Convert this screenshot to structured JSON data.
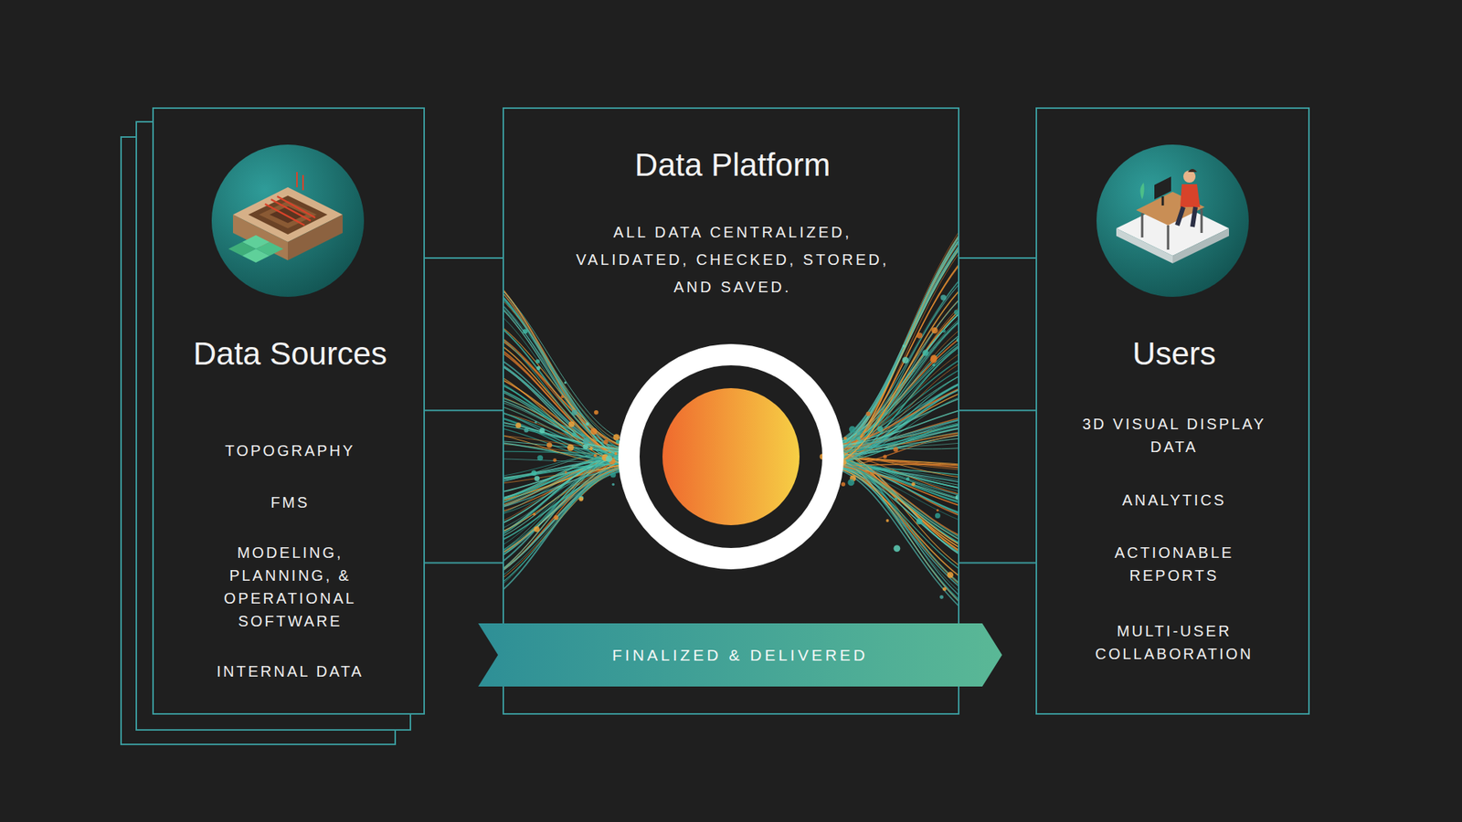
{
  "diagram": {
    "nodes": [
      {
        "text": [
          "Data Sources",
          "TOPOGRAPHY",
          "FMS",
          "MODELING, PLANNING, & OPERATIONAL SOFTWARE",
          "INTERNAL DATA"
        ]
      },
      {
        "text": [
          "Data Platform",
          "ALL DATA CENTRALIZED, VALIDATED, CHECKED, STORED, AND SAVED."
        ]
      },
      {
        "text": [
          "Users",
          "3D VISUAL DISPLAY DATA",
          "ANALYTICS",
          "ACTIONABLE REPORTS",
          "MULTI-USER COLLABORATION"
        ]
      },
      {
        "text": [
          "FINALIZED & DELIVERED"
        ],
        "in": 1
      }
    ],
    "edges": [
      {
        "from": 0,
        "to": 1,
        "arrow": "none"
      },
      {
        "from": 0,
        "to": 1,
        "arrow": "none"
      },
      {
        "from": 0,
        "to": 1,
        "arrow": "none"
      },
      {
        "from": 1,
        "to": 2,
        "arrow": "none"
      },
      {
        "from": 1,
        "to": 2,
        "arrow": "none"
      },
      {
        "from": 1,
        "to": 2,
        "arrow": "none"
      }
    ]
  }
}
